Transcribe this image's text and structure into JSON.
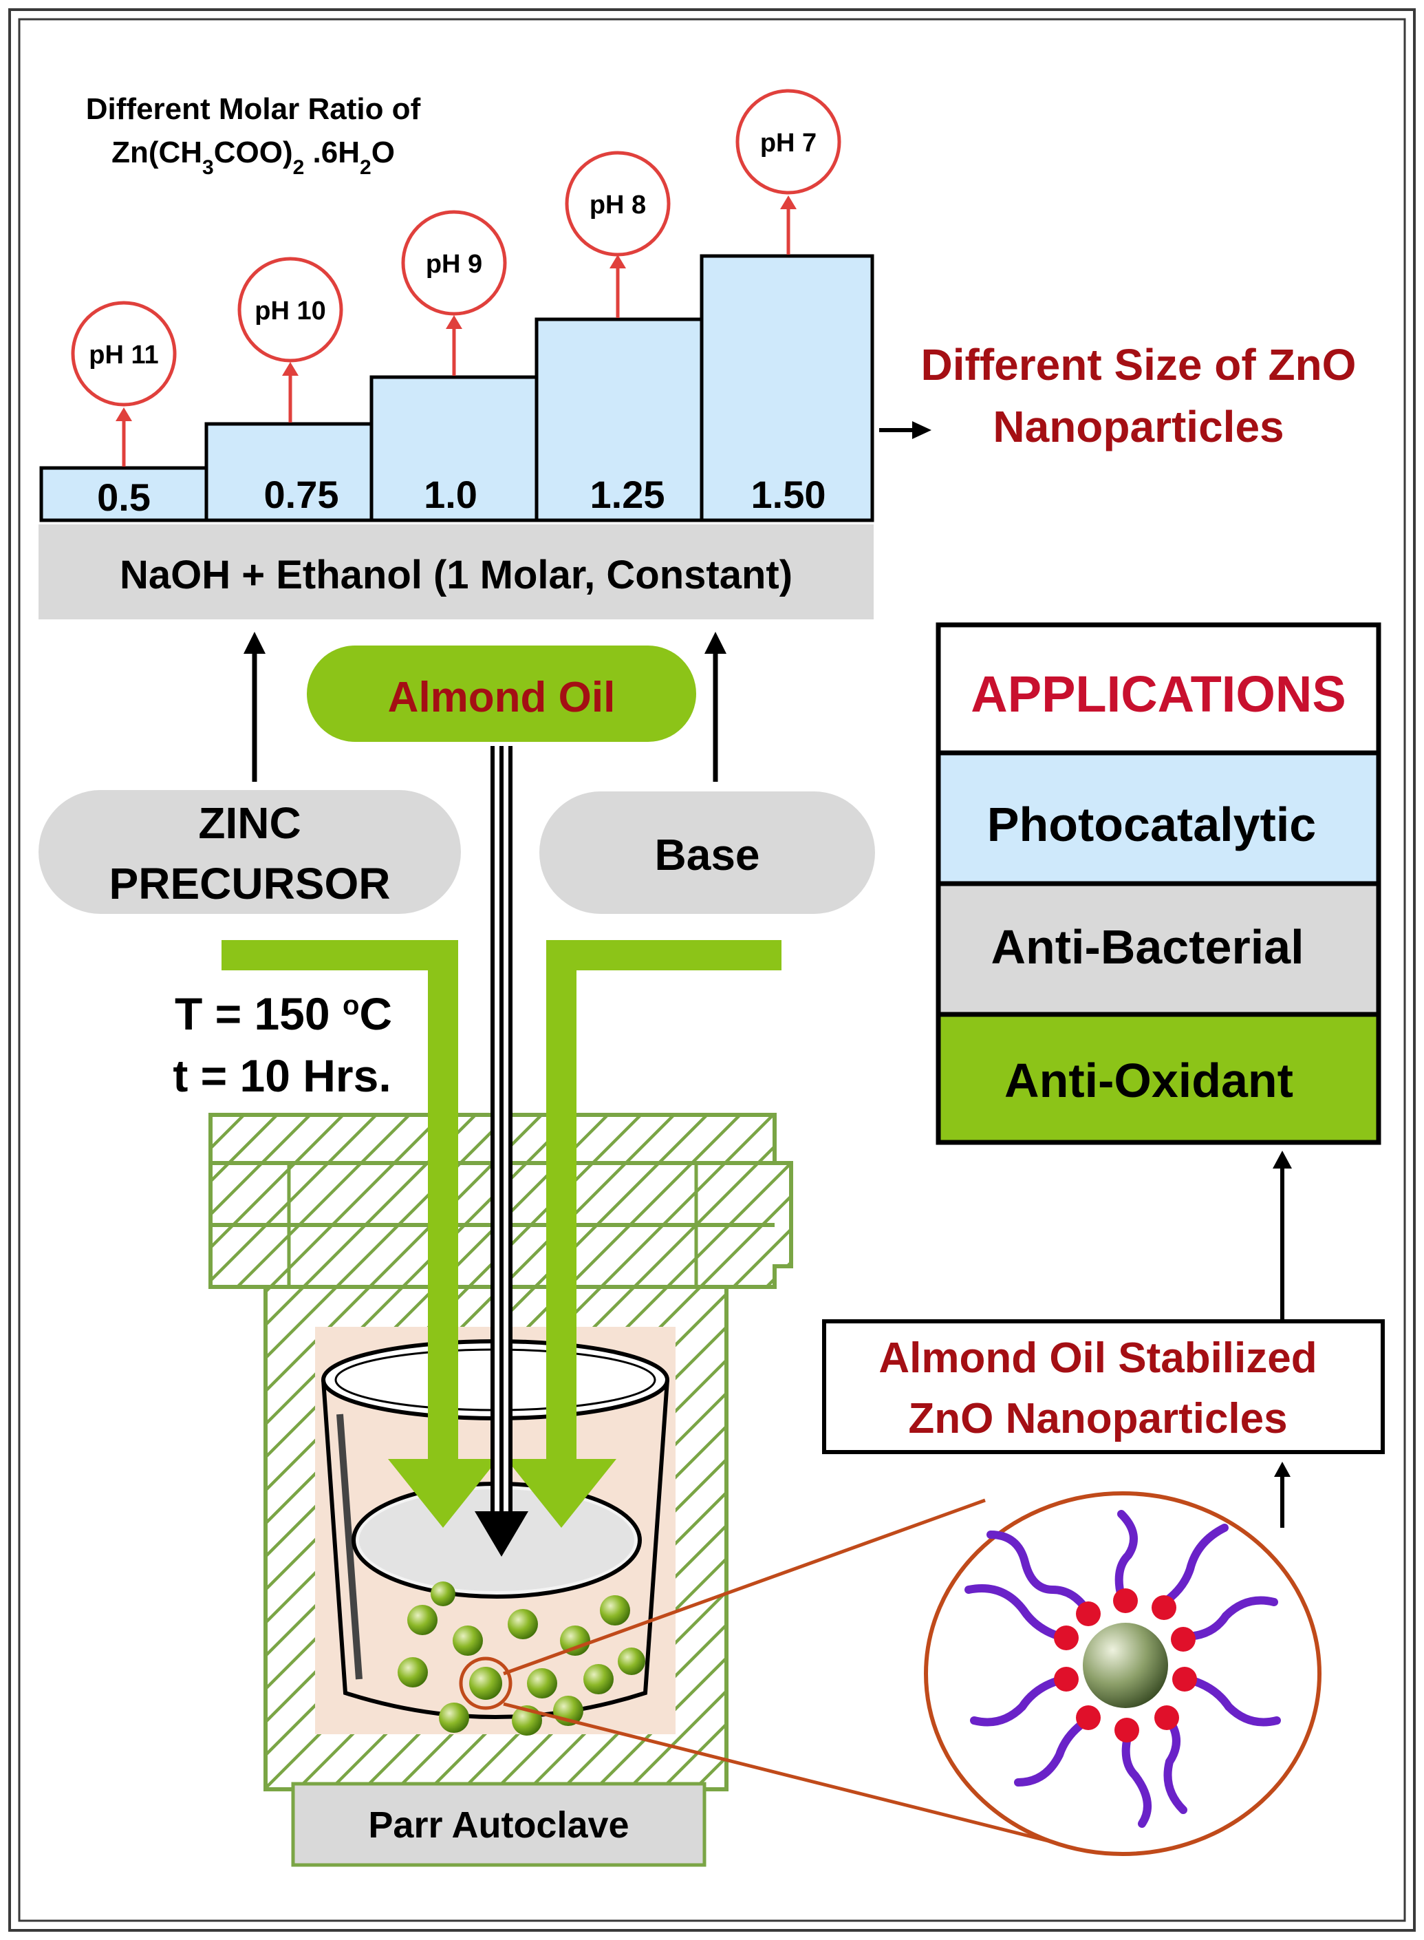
{
  "colors": {
    "step_fill": "#cfe9fb",
    "band_fill": "#d9d9d9",
    "green": "#8cc418",
    "hatch_green": "#7aa545",
    "red": "#a40f14",
    "ph_red": "#e0403c",
    "brown": "#c04a1a",
    "violet": "#6a22c8",
    "beaker_fill": "#f6e2d4"
  },
  "header": {
    "line1": "Different Molar Ratio of",
    "line2_prefix": "Zn(CH",
    "line2_sub1": "3",
    "line2_mid": "COO)",
    "line2_sub2": "2",
    "line2_mid2": " .6H",
    "line2_sub3": "2",
    "line2_suffix": "O"
  },
  "steps": [
    {
      "ratio": "0.5",
      "ph": "pH 11"
    },
    {
      "ratio": "0.75",
      "ph": "pH 10"
    },
    {
      "ratio": "1.0",
      "ph": "pH 9"
    },
    {
      "ratio": "1.25",
      "ph": "pH 8"
    },
    {
      "ratio": "1.50",
      "ph": "pH 7"
    }
  ],
  "band_label": "NaOH + Ethanol (1 Molar, Constant)",
  "output_label": {
    "line1": "Different Size of ZnO",
    "line2": "Nanoparticles"
  },
  "almond_oil_label": "Almond Oil",
  "zinc_precursor": {
    "line1": "ZINC",
    "line2": "PRECURSOR"
  },
  "base_label": "Base",
  "conditions": {
    "temp_prefix": "T = 150 ",
    "temp_sup": "o",
    "temp_unit": "C",
    "time": "t = 10 Hrs."
  },
  "autoclave_label": "Parr Autoclave",
  "stabilized_label": {
    "line1": "Almond Oil Stabilized",
    "line2": "ZnO Nanoparticles"
  },
  "applications": {
    "title": "APPLICATIONS",
    "items": [
      {
        "label": "Photocatalytic",
        "fill": "#cfe9fb"
      },
      {
        "label": "Anti-Bacterial",
        "fill": "#d9d9d9"
      },
      {
        "label": "Anti-Oxidant",
        "fill": "#8cc418"
      }
    ]
  },
  "icons": [
    "arrow-up-icon",
    "arrow-right-icon",
    "arrow-down-icon",
    "nanoparticle-icon",
    "beaker-icon"
  ]
}
